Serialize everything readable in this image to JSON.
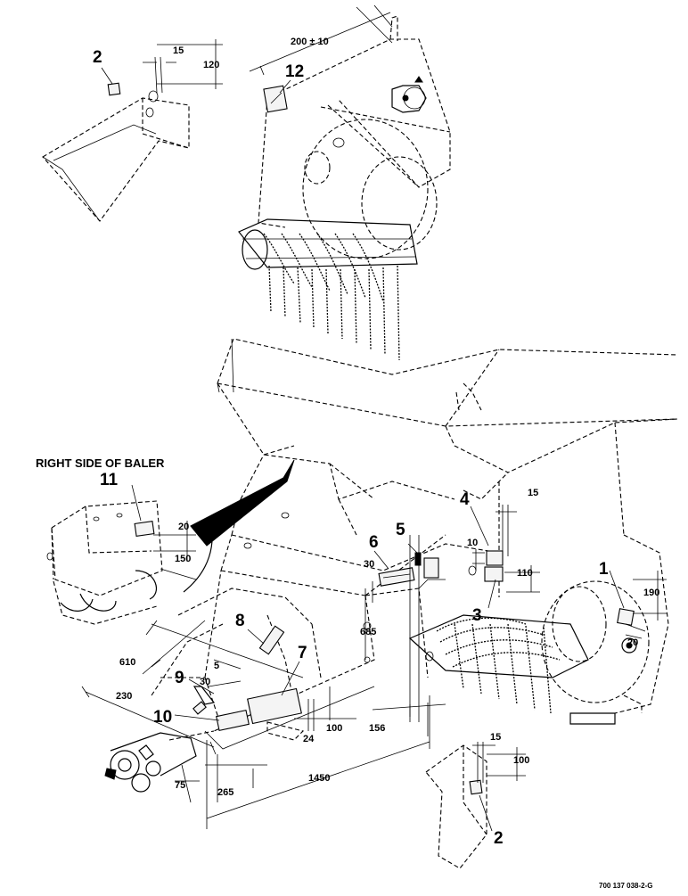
{
  "diagram": {
    "heading": "RIGHT SIDE OF BALER",
    "part_number": "700 137 038-2-G",
    "callouts": {
      "c1": "1",
      "c2_top": "2",
      "c2_bottom": "2",
      "c3": "3",
      "c4": "4",
      "c5": "5",
      "c6": "6",
      "c7": "7",
      "c8": "8",
      "c9": "9",
      "c10": "10",
      "c11": "11",
      "c12": "12"
    },
    "dimensions": {
      "d15_top": "15",
      "d120": "120",
      "d200": "200 ± 10",
      "d20_left": "20",
      "d150": "150",
      "d15_right": "15",
      "d10": "10",
      "d110": "110",
      "d190": "190",
      "d20_right": "20",
      "d30_a": "30",
      "d685": "685",
      "d610": "610",
      "d5": "5",
      "d30_b": "30",
      "d230": "230",
      "d24": "24",
      "d100_mid": "100",
      "d156": "156",
      "d75": "75",
      "d265": "265",
      "d1450": "1450",
      "d15_bottom": "15",
      "d100_bottom": "100"
    }
  }
}
